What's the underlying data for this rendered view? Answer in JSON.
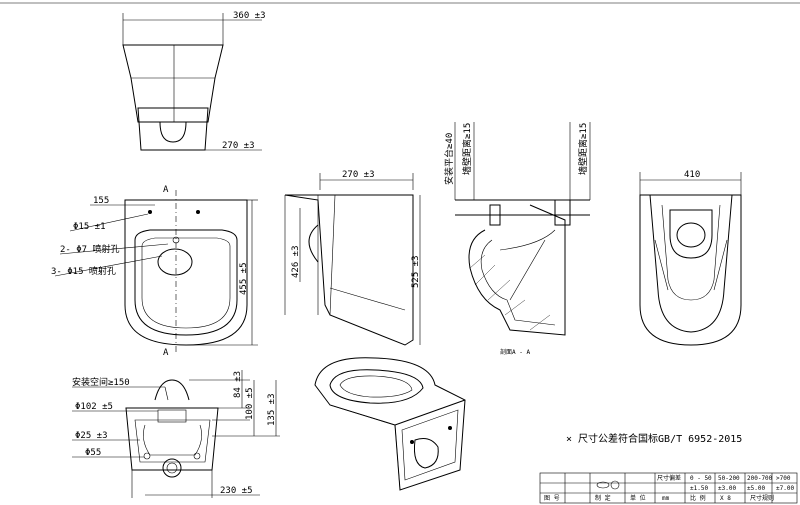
{
  "top_view": {
    "dim_top": "360 ±3",
    "dim_bottom": "270 ±3"
  },
  "plan_view": {
    "section_mark_top": "A",
    "section_mark_bottom": "A",
    "dim_width": "155",
    "label_hole": "Φ15 ±1",
    "label_spray2": "2- Φ7 喷射孔",
    "label_spray3": "3- Φ15 喷射孔",
    "dim_length": "455 ±5"
  },
  "side_view": {
    "dim_top": "270 ±3",
    "dim_height1": "426 ±3",
    "dim_height2": "525 ±3"
  },
  "section_view": {
    "label_install": "安装平台≥40",
    "label_wall1": "墙壁距离≥15",
    "label_wall2": "墙壁距离≥15",
    "caption": "剖面A - A"
  },
  "front_view": {
    "dim_width": "410"
  },
  "back_view": {
    "label_space": "安装空间≥150",
    "label_d102": "Φ102 ±5",
    "label_d25": "Φ25 ±3",
    "label_d55": "Φ55",
    "dim_84": "84 ±3",
    "dim_100": "100 ±5",
    "dim_135": "135 ±3",
    "dim_230": "230 ±5"
  },
  "note": "× 尺寸公差符合国标GB/T 6952-2015",
  "title_block": {
    "row1": [
      "",
      "",
      "",
      "",
      "尺寸偏差",
      "0 - 50",
      "50-200",
      "200-700",
      ">700"
    ],
    "row2": [
      "",
      "",
      "",
      "",
      "",
      "±1.50",
      "±3.00",
      "±5.00",
      "±7.00"
    ],
    "row3": [
      "图 号",
      "",
      "",
      "制 定",
      "单 位",
      "mm",
      "比 例",
      "X 8",
      "尺寸规则"
    ]
  }
}
